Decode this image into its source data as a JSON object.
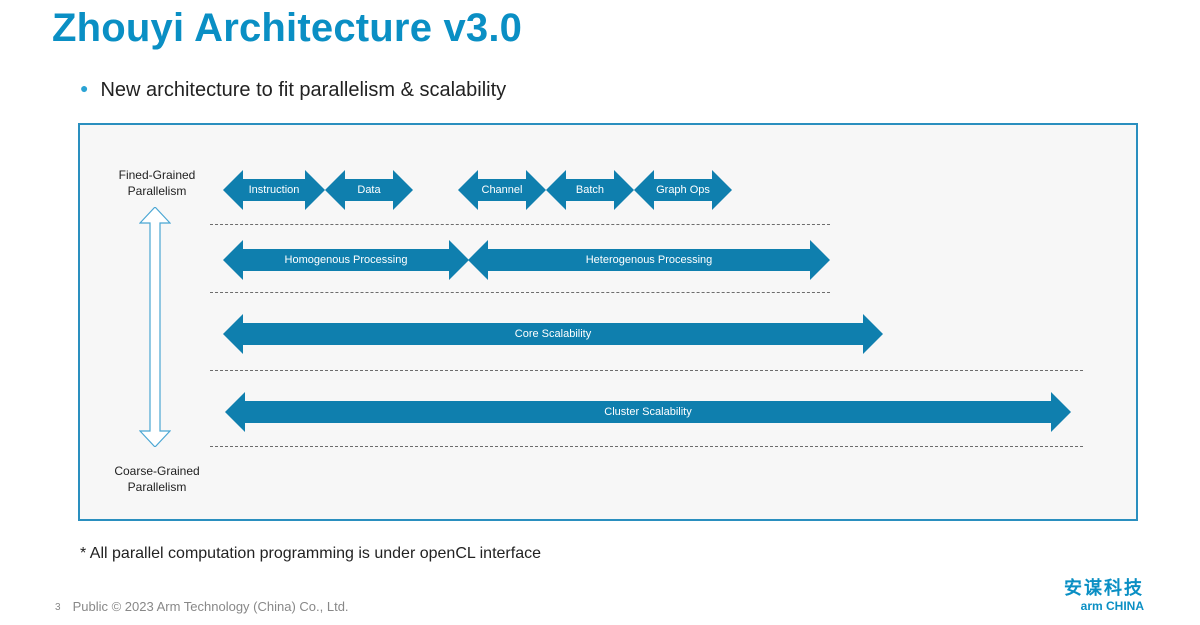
{
  "slide": {
    "title": "Zhouyi Architecture v3.0",
    "bullet": "New architecture to fit parallelism &  scalability",
    "footnote": "* All parallel computation programming is under openCL interface",
    "page_number": "3",
    "footer_text": "Public © 2023 Arm Technology (China) Co., Ltd."
  },
  "logo": {
    "chinese": "安谋科技",
    "english": "arm CHINA"
  },
  "diagram": {
    "top_label": "Fined-Grained Parallelism",
    "bottom_label": "Coarse-Grained Parallelism",
    "row1": [
      "Instruction",
      "Data",
      "Channel",
      "Batch",
      "Graph Ops"
    ],
    "row2": [
      "Homogenous Processing",
      "Heterogenous Processing"
    ],
    "row3": "Core Scalability",
    "row4": "Cluster Scalability"
  },
  "colors": {
    "accent": "#0a8fc4",
    "arrow_fill": "#0f7fae",
    "panel_border": "#2a8fbf"
  }
}
